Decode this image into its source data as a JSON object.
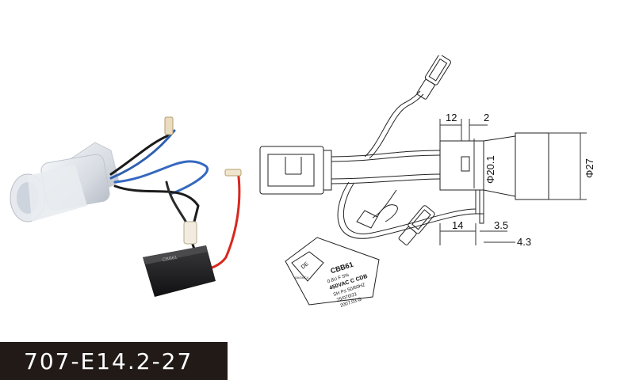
{
  "model": {
    "code": "707-E14.2-27"
  },
  "drawing": {
    "dimensions": {
      "d12": "12",
      "d2": "2",
      "phi20": "Φ20.1",
      "phi27": "Φ27",
      "d14": "14",
      "d35": "3.5",
      "d43": "4.3"
    },
    "capacitor": {
      "line1": "CBB61",
      "line2": "0.8U F 5%",
      "line3": "450VAC C CDB",
      "line4": "SH P≤ 50/60HZ",
      "line5": "25/070/21",
      "line6": "2007.03.G",
      "mark": "DE",
      "mark_sub": "SAGMC4"
    }
  }
}
